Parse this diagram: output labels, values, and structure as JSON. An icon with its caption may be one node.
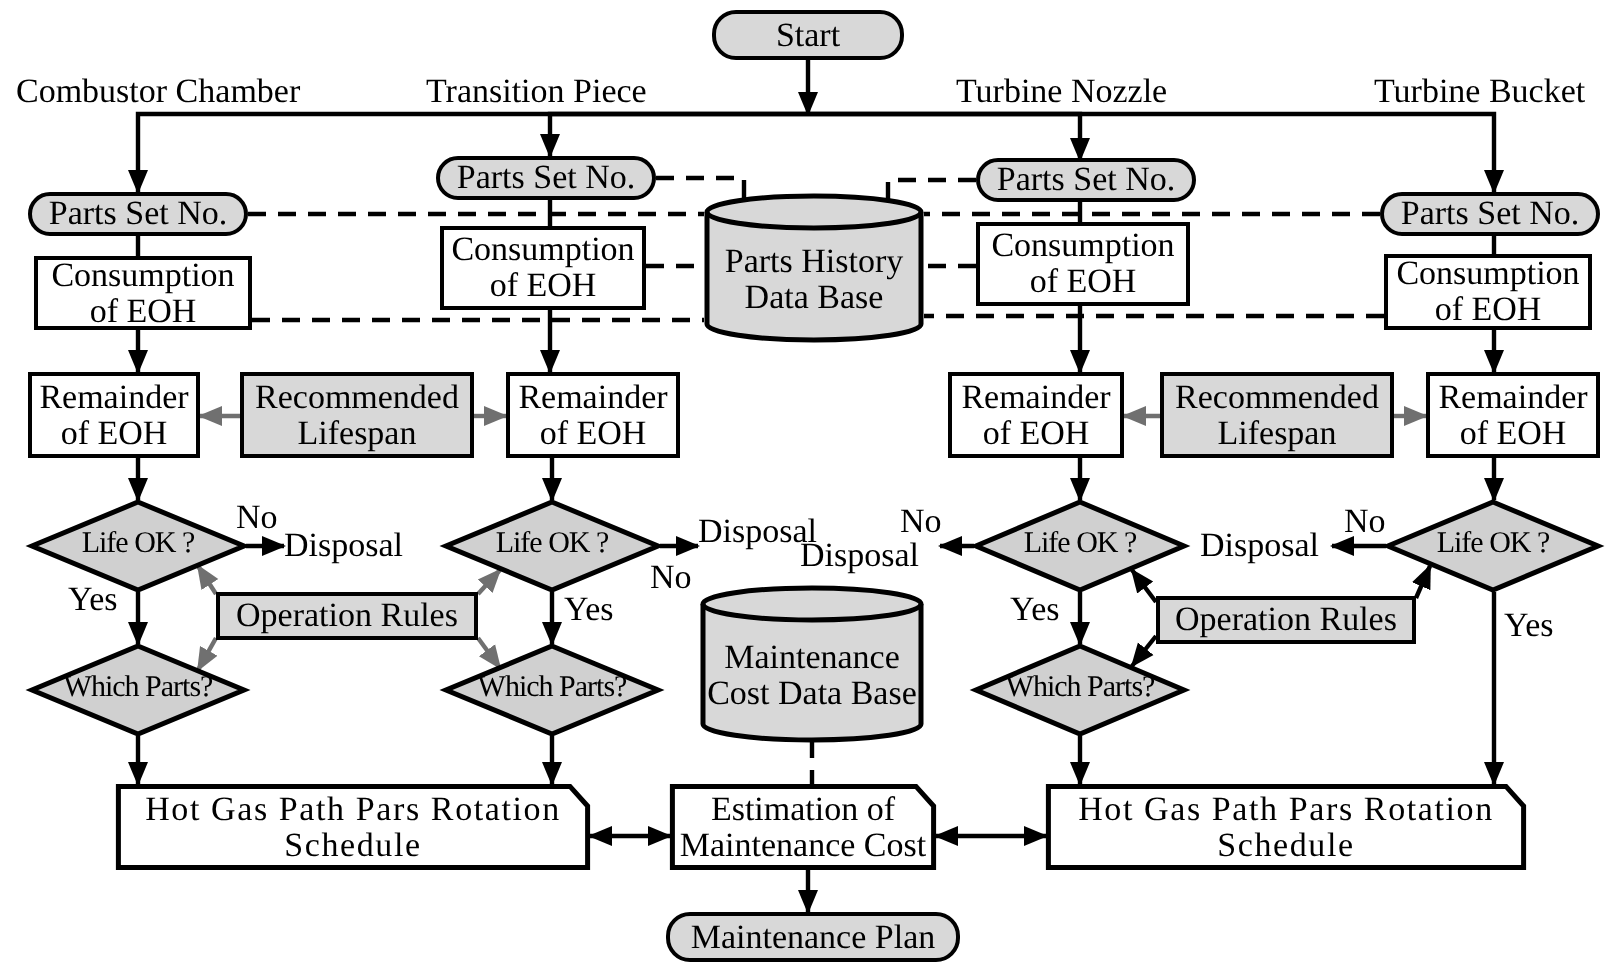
{
  "diagram": {
    "nodes": [
      {
        "text": [
          "Start"
        ]
      },
      {
        "text": [
          "Parts Set No."
        ]
      },
      {
        "text": [
          "Parts Set No."
        ]
      },
      {
        "text": [
          "Parts History Data Base"
        ]
      },
      {
        "text": [
          "Parts Set No."
        ]
      },
      {
        "text": [
          "Parts Set No."
        ]
      },
      {
        "text": [
          "Consumption of EOH"
        ]
      },
      {
        "text": [
          "Consumption of EOH"
        ]
      },
      {
        "text": [
          "Consumption of EOH"
        ]
      },
      {
        "text": [
          "Consumption of EOH"
        ]
      },
      {
        "text": [
          "Remainder of EOH"
        ]
      },
      {
        "text": [
          "Recommended Lifespan"
        ]
      },
      {
        "text": [
          "Remainder of EOH"
        ]
      },
      {
        "text": [
          "Remainder of EOH"
        ]
      },
      {
        "text": [
          "Recommended Lifespan"
        ]
      },
      {
        "text": [
          "Remainder of EOH"
        ]
      },
      {
        "text": [
          "Life OK ?"
        ]
      },
      {
        "text": [
          "Disposal"
        ]
      },
      {
        "text": [
          "Life OK ?"
        ]
      },
      {
        "text": [
          "Disposal"
        ]
      },
      {
        "text": [
          "Disposal"
        ]
      },
      {
        "text": [
          "Life OK ?"
        ]
      },
      {
        "text": [
          "Disposal"
        ]
      },
      {
        "text": [
          "Life OK ?"
        ]
      },
      {
        "text": [
          "Operation Rules"
        ]
      },
      {
        "text": [
          "Maintenance Cost Data Base"
        ]
      },
      {
        "text": [
          "Operation Rules"
        ]
      },
      {
        "text": [
          "Which Parts?"
        ]
      },
      {
        "text": [
          "Which Parts?"
        ]
      },
      {
        "text": [
          "Which Parts?"
        ]
      },
      {
        "text": [
          "Hot Gas Path Pars Rotation Schedule"
        ]
      },
      {
        "text": [
          "Estimation of Maintenance Cost"
        ]
      },
      {
        "text": [
          "Hot Gas Path Pars Rotation Schedule"
        ]
      },
      {
        "text": [
          "Maintenance Plan"
        ]
      }
    ],
    "edges": [
      {
        "from": 0,
        "to": 1,
        "arrow": "to"
      },
      {
        "from": 0,
        "to": 2,
        "arrow": "to"
      },
      {
        "from": 0,
        "to": 4,
        "arrow": "to"
      },
      {
        "from": 0,
        "to": 5,
        "arrow": "to"
      },
      {
        "from": 1,
        "to": 6,
        "arrow": "none"
      },
      {
        "from": 2,
        "to": 7,
        "arrow": "none"
      },
      {
        "from": 4,
        "to": 8,
        "arrow": "none"
      },
      {
        "from": 5,
        "to": 9,
        "arrow": "none"
      },
      {
        "from": 1,
        "to": 3,
        "arrow": "none",
        "style": "dashed"
      },
      {
        "from": 6,
        "to": 3,
        "arrow": "none",
        "style": "dashed"
      },
      {
        "from": 2,
        "to": 3,
        "arrow": "none",
        "style": "dashed"
      },
      {
        "from": 7,
        "to": 3,
        "arrow": "none",
        "style": "dashed"
      },
      {
        "from": 4,
        "to": 3,
        "arrow": "none",
        "style": "dashed"
      },
      {
        "from": 8,
        "to": 3,
        "arrow": "none",
        "style": "dashed"
      },
      {
        "from": 5,
        "to": 3,
        "arrow": "none",
        "style": "dashed"
      },
      {
        "from": 9,
        "to": 3,
        "arrow": "none",
        "style": "dashed"
      },
      {
        "from": 6,
        "to": 10,
        "arrow": "to"
      },
      {
        "from": 7,
        "to": 12,
        "arrow": "to"
      },
      {
        "from": 8,
        "to": 13,
        "arrow": "to"
      },
      {
        "from": 9,
        "to": 15,
        "arrow": "to"
      },
      {
        "from": 11,
        "to": 10,
        "arrow": "to",
        "color": "#707070"
      },
      {
        "from": 11,
        "to": 12,
        "arrow": "to",
        "color": "#707070"
      },
      {
        "from": 14,
        "to": 13,
        "arrow": "to",
        "color": "#707070"
      },
      {
        "from": 14,
        "to": 15,
        "arrow": "to",
        "color": "#707070"
      },
      {
        "from": 10,
        "to": 16,
        "arrow": "to"
      },
      {
        "from": 12,
        "to": 18,
        "arrow": "to"
      },
      {
        "from": 13,
        "to": 21,
        "arrow": "to"
      },
      {
        "from": 15,
        "to": 23,
        "arrow": "to"
      },
      {
        "from": 16,
        "to": 17,
        "arrow": "to",
        "label": "No"
      },
      {
        "from": 18,
        "to": 19,
        "arrow": "to",
        "label": "No"
      },
      {
        "from": 21,
        "to": 20,
        "arrow": "to",
        "label": "No"
      },
      {
        "from": 23,
        "to": 22,
        "arrow": "to",
        "label": "No"
      },
      {
        "from": 16,
        "to": 27,
        "arrow": "to",
        "label": "Yes"
      },
      {
        "from": 18,
        "to": 28,
        "arrow": "to",
        "label": "Yes"
      },
      {
        "from": 21,
        "to": 29,
        "arrow": "to",
        "label": "Yes"
      },
      {
        "from": 23,
        "to": 32,
        "arrow": "to",
        "label": "Yes"
      },
      {
        "from": 24,
        "to": 16,
        "arrow": "to",
        "color": "#707070"
      },
      {
        "from": 24,
        "to": 27,
        "arrow": "to",
        "color": "#707070"
      },
      {
        "from": 24,
        "to": 18,
        "arrow": "to",
        "color": "#707070"
      },
      {
        "from": 24,
        "to": 28,
        "arrow": "to",
        "color": "#707070"
      },
      {
        "from": 26,
        "to": 21,
        "arrow": "to"
      },
      {
        "from": 26,
        "to": 29,
        "arrow": "to"
      },
      {
        "from": 26,
        "to": 23,
        "arrow": "to"
      },
      {
        "from": 27,
        "to": 30,
        "arrow": "to"
      },
      {
        "from": 28,
        "to": 30,
        "arrow": "to"
      },
      {
        "from": 29,
        "to": 32,
        "arrow": "to"
      },
      {
        "from": 30,
        "to": 31,
        "arrow": "both"
      },
      {
        "from": 31,
        "to": 32,
        "arrow": "both"
      },
      {
        "from": 25,
        "to": 31,
        "arrow": "none",
        "style": "dashed"
      },
      {
        "from": 31,
        "to": 33,
        "arrow": "to"
      }
    ],
    "labels": [
      "Combustor Chamber",
      "Transition Piece",
      "Turbine Nozzle",
      "Turbine Bucket"
    ]
  }
}
